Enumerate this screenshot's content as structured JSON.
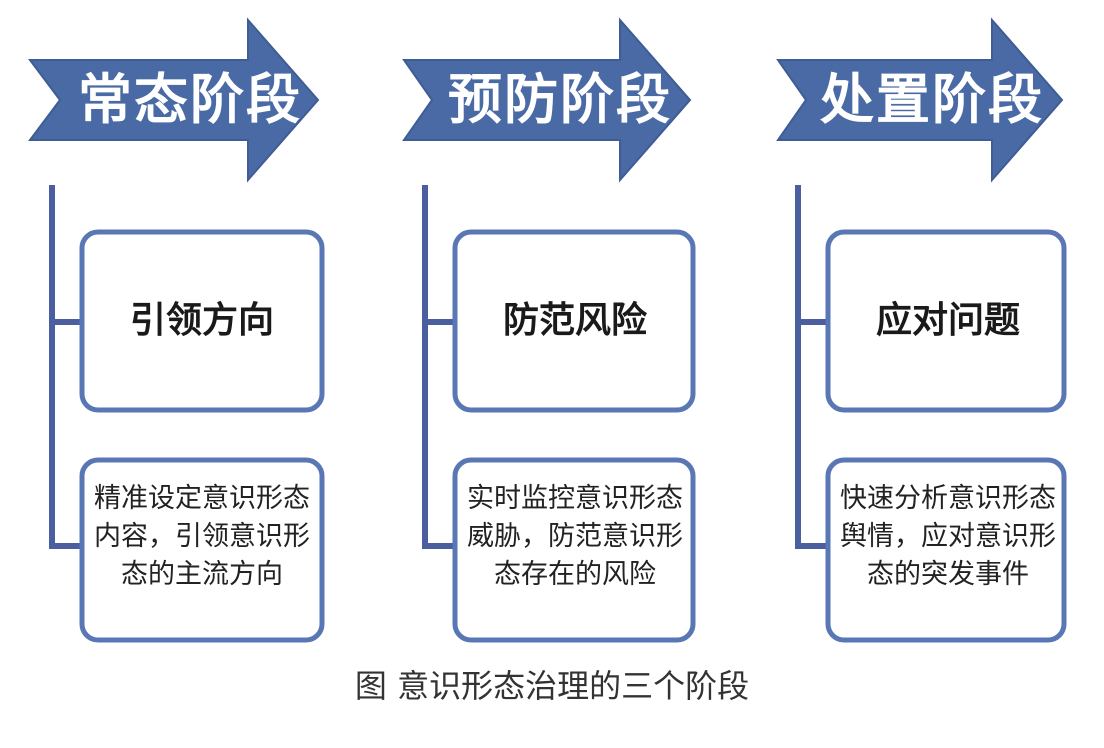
{
  "colors": {
    "arrow_fill": "#4a6aa5",
    "box_border": "#5a77b5",
    "connector": "#4a5ea0"
  },
  "stages": [
    {
      "name": "常态阶段",
      "title": "引领方向",
      "description_lines": [
        "精准设定意识形态",
        "内容，引领意识形",
        "态的主流方向"
      ]
    },
    {
      "name": "预防阶段",
      "title": "防范风险",
      "description_lines": [
        "实时监控意识形态",
        "威胁，防范意识形",
        "态存在的风险"
      ]
    },
    {
      "name": "处置阶段",
      "title": "应对问题",
      "description_lines": [
        "快速分析意识形态",
        "舆情，应对意识形",
        "态的突发事件"
      ]
    }
  ],
  "caption": "图  意识形态治理的三个阶段"
}
